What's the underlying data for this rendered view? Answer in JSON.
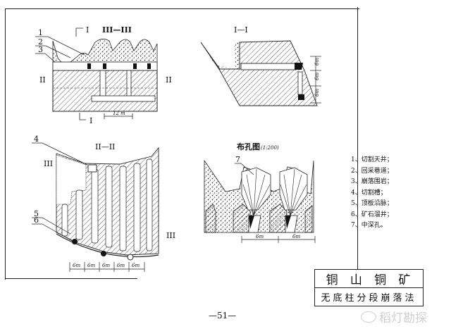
{
  "diagram": {
    "plan_view": {
      "section_marks": [
        "I",
        "III—III",
        "II",
        "II",
        "I"
      ],
      "callouts": [
        "1",
        "2",
        "3"
      ],
      "scale_label": "12 m"
    },
    "section_1_1": {
      "title": "I—I",
      "dimension_labels": [
        "6m",
        "6m",
        "6m"
      ]
    },
    "section_2_2": {
      "title": "II—II",
      "section_marks": [
        "III",
        "III"
      ],
      "callouts": [
        "4",
        "5",
        "6"
      ],
      "dimension_labels": [
        "6m",
        "6m",
        "6m",
        "6m",
        "6m"
      ]
    },
    "blasthole_layout": {
      "title": "布孔图",
      "scale": "(1:200)",
      "callouts": [
        "7"
      ],
      "dimension_labels": [
        "6m",
        "6m"
      ]
    }
  },
  "legend": {
    "items": [
      "1、切割天井；",
      "2、回采巷道；",
      "3、崩落围岩；",
      "4、切割槽；",
      "5、顶板沿脉；",
      "6、矿石溜井；",
      "7、中深孔。"
    ]
  },
  "title_block": {
    "mine_name_chars": [
      "铜",
      "山",
      "铜",
      "矿"
    ],
    "method": "无底柱分段崩落法"
  },
  "page_number": "—51—",
  "watermark": "稻灯勘探"
}
